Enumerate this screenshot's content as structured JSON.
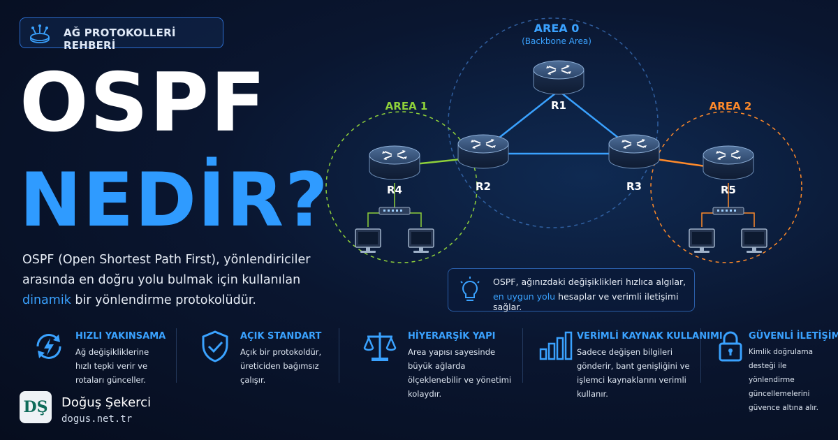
{
  "badge": {
    "label": "AĞ PROTOKOLLERİ REHBERİ",
    "icon": "router-icon"
  },
  "title": {
    "line1": "OSPF",
    "line2": "NEDİR?"
  },
  "description": {
    "part1": "OSPF (Open Shortest Path First), yönlendiriciler arasında en doğru yolu bulmak için kullanılan",
    "highlight": "dinamik",
    "part2": " bir yönlendirme protokolüdür."
  },
  "diagram": {
    "areas": [
      {
        "name": "AREA 0",
        "sub": "(Backbone Area)",
        "color": "#3aa2ff"
      },
      {
        "name": "AREA 1",
        "color": "#8fd13a"
      },
      {
        "name": "AREA 2",
        "color": "#ff8a2a"
      }
    ],
    "routers": [
      "R1",
      "R2",
      "R3",
      "R4",
      "R5"
    ]
  },
  "info": {
    "line1": "OSPF, ağınızdaki değişiklikleri hızlıca algılar,",
    "highlight": "en uygun yolu",
    "line2": " hesaplar ve verimli iletişimi sağlar.",
    "icon": "lightbulb-icon"
  },
  "features": [
    {
      "icon": "sync-bolt-icon",
      "title": "HIZLI YAKINSAMA",
      "text": "Ağ değişikliklerine hızlı tepki verir ve rotaları günceller."
    },
    {
      "icon": "shield-check-icon",
      "title": "AÇIK STANDART",
      "text": "Açık bir protokoldür, üreticiden bağımsız çalışır."
    },
    {
      "icon": "balance-scale-icon",
      "title": "HİYERARŞİK YAPI",
      "text": "Area yapısı sayesinde büyük ağlarda ölçeklenebilir ve yönetimi kolaydır."
    },
    {
      "icon": "bar-chart-icon",
      "title": "VERİMLİ KAYNAK KULLANIMI",
      "text": "Sadece değişen bilgileri gönderir, bant genişliğini ve işlemci kaynaklarını verimli kullanır."
    },
    {
      "icon": "lock-icon",
      "title": "GÜVENLİ İLETİŞİM",
      "text": "Kimlik doğrulama desteği ile yönlendirme güncellemelerini güvence altına alır."
    }
  ],
  "author": {
    "logo": "DŞ",
    "name": "Doğuş Şekerci",
    "site": "dogus.net.tr"
  }
}
